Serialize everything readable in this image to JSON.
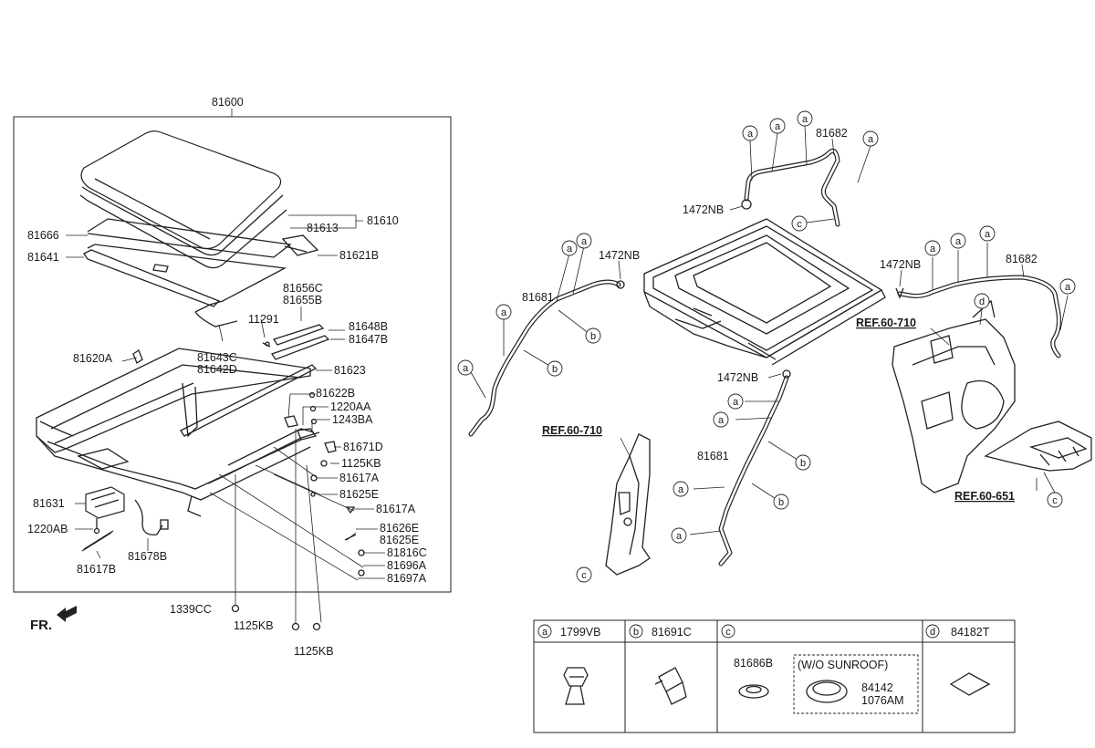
{
  "assembly_number": "81600",
  "sunroof_parts": {
    "p81610": "81610",
    "p81613": "81613",
    "p81666": "81666",
    "p81641": "81641",
    "p81621B": "81621B",
    "p81656C": "81656C",
    "p81655B": "81655B",
    "p11291": "11291",
    "p81648B": "81648B",
    "p81647B": "81647B",
    "p81643C": "81643C",
    "p81642D": "81642D",
    "p81620A": "81620A",
    "p81623": "81623",
    "p81622B": "81622B",
    "p1220AA": "1220AA",
    "p1243BA": "1243BA",
    "p81671D": "81671D",
    "p1125KB_a": "1125KB",
    "p81617A_a": "81617A",
    "p81625E_a": "81625E",
    "p81617A_b": "81617A",
    "p81626E": "81626E",
    "p81625E_b": "81625E",
    "p81816C": "81816C",
    "p81696A": "81696A",
    "p81697A": "81697A",
    "p81631": "81631",
    "p1220AB": "1220AB",
    "p81617B": "81617B",
    "p81678B": "81678B"
  },
  "below_box": {
    "p1339CC": "1339CC",
    "p1125KB_b": "1125KB",
    "p1125KB_c": "1125KB"
  },
  "front_indicator": "FR.",
  "drain_parts": {
    "p81682_top": "81682",
    "p1472NB_top": "1472NB",
    "p1472NB_left": "1472NB",
    "p81681_left": "81681",
    "p1472NB_right": "1472NB",
    "p81682_right": "81682",
    "p1472NB_mid": "1472NB",
    "p81681_mid": "81681"
  },
  "references": {
    "ref_pillar": "REF.60-710",
    "ref_quarter": "REF.60-710",
    "ref_floor": "REF.60-651"
  },
  "callouts": {
    "a": "a",
    "b": "b",
    "c": "c",
    "d": "d"
  },
  "legend": {
    "col_a": {
      "letter": "a",
      "part": "1799VB"
    },
    "col_b": {
      "letter": "b",
      "part": "81691C"
    },
    "col_c": {
      "letter": "c",
      "part": "81686B",
      "note": "(W/O SUNROOF)",
      "sub1": "84142",
      "sub2": "1076AM"
    },
    "col_d": {
      "letter": "d",
      "part": "84182T"
    }
  }
}
